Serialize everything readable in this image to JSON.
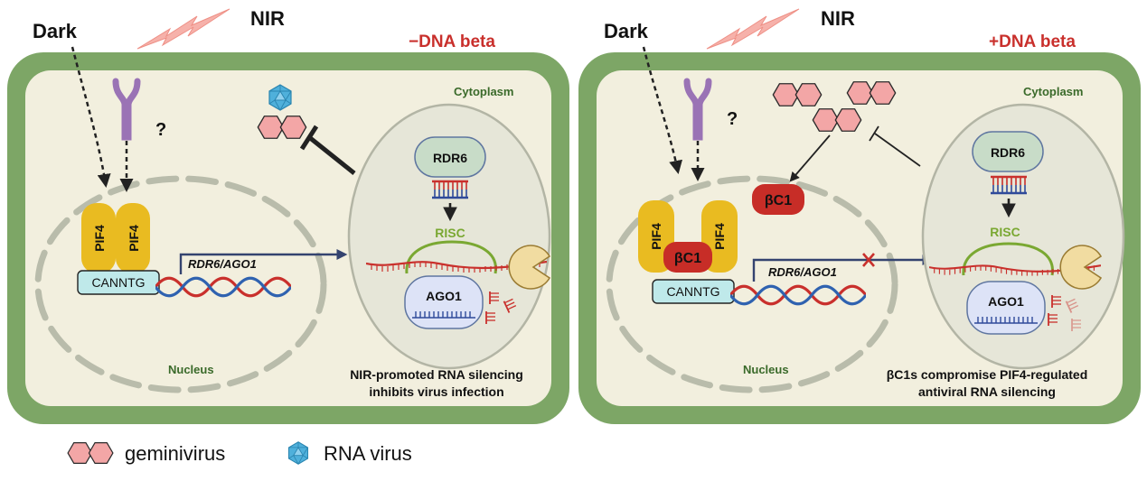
{
  "colors": {
    "cell_wall": "#7da666",
    "cytoplasm": "#f2efde",
    "nucleus_dash": "#b9bcab",
    "vesicle_fill": "#e6e6d8",
    "pif4": "#e9bb21",
    "bc1": "#c72d27",
    "rdr6": "#c8dcc8",
    "ago1": "#dde3f7",
    "arrow_blue": "#34436f",
    "label_red": "#c9302c",
    "label_green": "#3a6a2a",
    "risc_green": "#7aa832",
    "gemini": "#f3a6a6",
    "rna_virus": "#4fb0db",
    "pacman": "#f1dca1",
    "nir_bolt": "#f6b1aa"
  },
  "left_panel": {
    "dark_label": "Dark",
    "nir_label": "NIR",
    "condition_label": "−DNA beta",
    "cytoplasm_label": "Cytoplasm",
    "nucleus_label": "Nucleus",
    "question": "?",
    "pif4_a": "PIF4",
    "pif4_b": "PIF4",
    "canntg": "CANNTG",
    "gene_label": "RDR6/AGO1",
    "rdr6": "RDR6",
    "risc": "RISC",
    "ago1": "AGO1",
    "caption_line1": "NIR-promoted RNA silencing",
    "caption_line2": "inhibits virus infection"
  },
  "right_panel": {
    "dark_label": "Dark",
    "nir_label": "NIR",
    "condition_label": "+DNA beta",
    "cytoplasm_label": "Cytoplasm",
    "nucleus_label": "Nucleus",
    "question": "?",
    "pif4_a": "PIF4",
    "pif4_b": "PIF4",
    "bc1_nuclear": "βC1",
    "bc1_cytoplasm": "βC1",
    "canntg": "CANNTG",
    "gene_label": "RDR6/AGO1",
    "rdr6": "RDR6",
    "risc": "RISC",
    "ago1": "AGO1",
    "caption_line1": "βC1s compromise PIF4-regulated",
    "caption_line2": "antiviral RNA silencing"
  },
  "legend": {
    "geminivirus": "geminivirus",
    "rna_virus": "RNA virus"
  }
}
